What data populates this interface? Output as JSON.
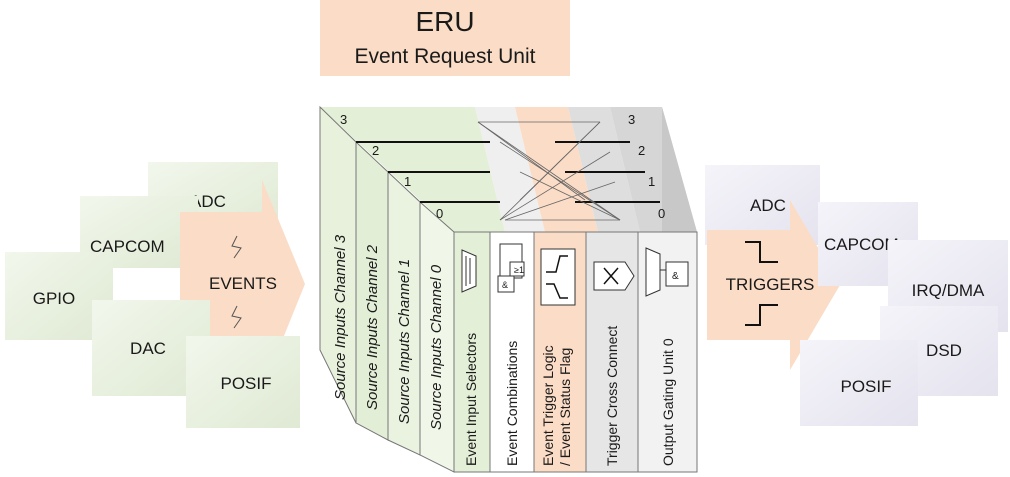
{
  "header": {
    "acronym": "ERU",
    "full_name": "Event Request Unit"
  },
  "inputs": {
    "modules": [
      "ADC",
      "CAPCOM",
      "GPIO",
      "DAC",
      "POSIF"
    ],
    "arrow_label": "EVENTS"
  },
  "outputs": {
    "modules": [
      "ADC",
      "CAPCOM",
      "IRQ/DMA",
      "DSD",
      "POSIF"
    ],
    "arrow_label": "TRIGGERS"
  },
  "cube": {
    "channels": [
      "Source Inputs Channel 3",
      "Source Inputs Channel 2",
      "Source Inputs Channel 1",
      "Source Inputs Channel 0"
    ],
    "top_left_numbers": [
      "3",
      "2",
      "1",
      "0"
    ],
    "top_right_numbers": [
      "3",
      "2",
      "1",
      "0"
    ],
    "columns": [
      {
        "line1": "Event Input Selectors",
        "line2": "",
        "color": "#e3efd6"
      },
      {
        "line1": "Event Combinations",
        "line2": "",
        "color": "#ffffff"
      },
      {
        "line1": "Event Trigger Logic",
        "line2": "/ Event Status Flag",
        "color": "#fbdcc6"
      },
      {
        "line1": "Trigger Cross Connect",
        "line2": "",
        "color": "#e6e6e6"
      },
      {
        "line1": "Output Gating Unit 0",
        "line2": "",
        "color": "#f2f2f2"
      }
    ]
  },
  "colors": {
    "accent": "#fbdcc6",
    "input_box": "#e8f1dc",
    "output_box": "#ecebf4"
  }
}
